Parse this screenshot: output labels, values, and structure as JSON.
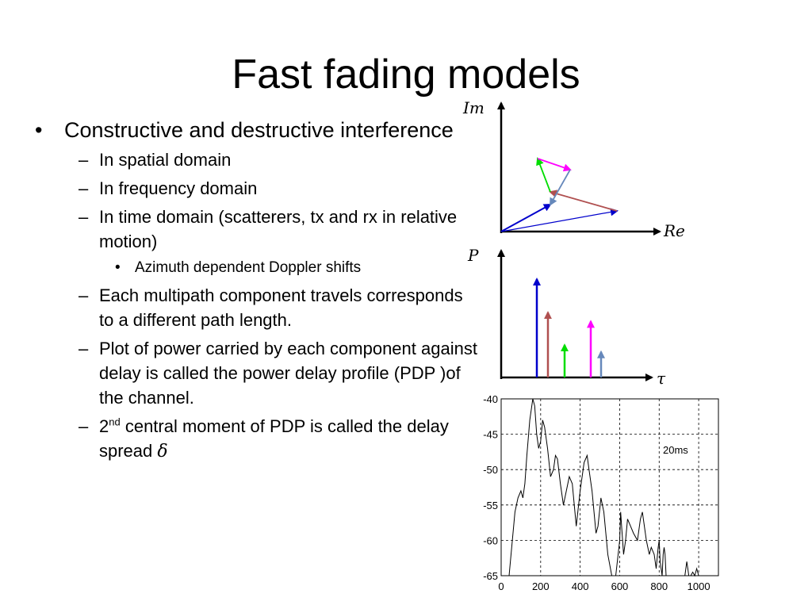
{
  "slide": {
    "title": "Fast fading models",
    "bullets": {
      "b1": "Constructive and destructive interference",
      "spatial": "In spatial domain",
      "frequency": "In frequency domain",
      "time": "In time domain (scatterers, tx and rx in relative motion)",
      "doppler": "Azimuth dependent Doppler shifts",
      "multipath": "Each multipath component travels corresponds to a different path length.",
      "pdp": "Plot of power carried by each component against delay is called the power delay profile (PDP )of the channel.",
      "moment_pre": "2",
      "moment_sup": "nd",
      "moment_post": " central moment of PDP is called the delay spread ",
      "delta": "δ"
    },
    "bullet_char": "•",
    "dash_char": "–"
  },
  "phasor": {
    "im_label": "Im",
    "re_label": "Re",
    "colors": [
      "#0000cc",
      "#b05050",
      "#00dd00",
      "#ff00ff",
      "#6688bb"
    ]
  },
  "pdp_stems": {
    "p_label": "P",
    "tau_label": "τ",
    "stems": [
      {
        "color": "#0000cc",
        "relative_power": 1.0
      },
      {
        "color": "#b05050",
        "relative_power": 0.66
      },
      {
        "color": "#00dd00",
        "relative_power": 0.33
      },
      {
        "color": "#ff00ff",
        "relative_power": 0.57
      },
      {
        "color": "#6688bb",
        "relative_power": 0.26
      }
    ]
  },
  "chart_data": {
    "type": "line",
    "annotation": "20ms",
    "x_ticks": [
      "0",
      "200",
      "400",
      "600",
      "800",
      "1000"
    ],
    "y_ticks": [
      "-40",
      "-45",
      "-50",
      "-55",
      "-60",
      "-65"
    ],
    "xlim": [
      0,
      1100
    ],
    "ylim": [
      -65,
      -40
    ],
    "grid": true,
    "series": [
      {
        "x": [
          0,
          40,
          70,
          85,
          100,
          110,
          120,
          130,
          145,
          160,
          170,
          180,
          190,
          200,
          210,
          220,
          235,
          250,
          265,
          275,
          285,
          300,
          315,
          330,
          345,
          360,
          370,
          380,
          400,
          420,
          435,
          445,
          460,
          470,
          480,
          490,
          505,
          520,
          540,
          560,
          580,
          600,
          605,
          610,
          620,
          630,
          640,
          655,
          670,
          690,
          705,
          715,
          725,
          735,
          750,
          760,
          775,
          785,
          795,
          800,
          805,
          815,
          820,
          825,
          830,
          835,
          840,
          930,
          935,
          940,
          945,
          950,
          960,
          970,
          980,
          990,
          1000,
          1100
        ],
        "y": [
          -65,
          -65,
          -56,
          -54,
          -53,
          -54,
          -52,
          -48,
          -43,
          -40,
          -41,
          -45,
          -47,
          -46,
          -43,
          -44,
          -47,
          -51,
          -50,
          -48,
          -48.5,
          -52,
          -55,
          -53,
          -51,
          -52,
          -55,
          -58,
          -53,
          -49,
          -48,
          -50,
          -53,
          -56,
          -59,
          -58,
          -54,
          -56,
          -62,
          -65,
          -65,
          -60,
          -56,
          -58,
          -62,
          -60,
          -57,
          -58,
          -59,
          -60,
          -57,
          -56,
          -58,
          -60,
          -62,
          -61,
          -62,
          -64,
          -61,
          -60,
          -63,
          -65,
          -62,
          -61,
          -62,
          -65,
          -65,
          -65,
          -64,
          -63,
          -64,
          -65,
          -65,
          -64.5,
          -65,
          -64,
          -65,
          -65
        ]
      }
    ]
  }
}
